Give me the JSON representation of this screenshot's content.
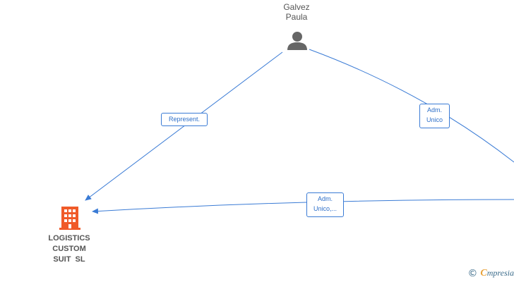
{
  "nodes": {
    "person": {
      "name_line1": "Galvez",
      "name_line2": "Paula",
      "icon": "person-icon"
    },
    "company": {
      "name": "LOGISTICS\nCUSTOM\nSUIT  SL",
      "icon": "building-icon",
      "color": "#f05a28"
    }
  },
  "edges": [
    {
      "label": "Represent."
    },
    {
      "label_line1": "Adm.",
      "label_line2": "Unico"
    },
    {
      "label_line1": "Adm.",
      "label_line2": "Unico,..."
    }
  ],
  "colors": {
    "edge": "#3a7bd5",
    "label_text": "#555555"
  },
  "footer": {
    "copyright_symbol": "©",
    "brand_initial": "C",
    "brand_rest": "mpresia"
  }
}
